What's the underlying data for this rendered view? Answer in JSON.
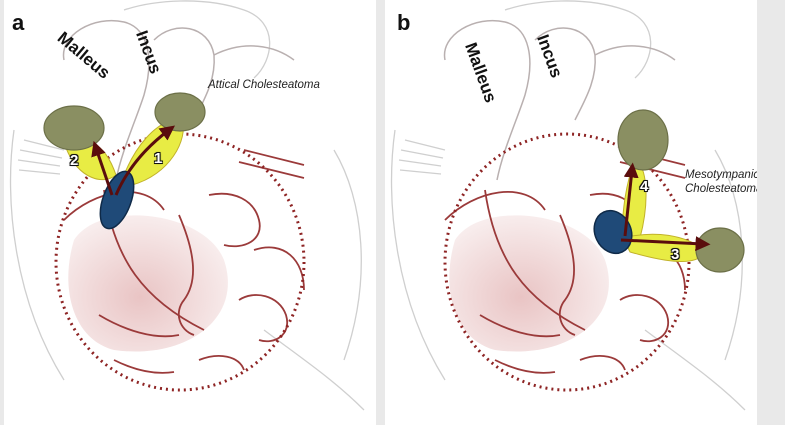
{
  "panels": [
    {
      "letter": "a",
      "labels": {
        "malleus": "Malleus",
        "incus": "Incus"
      },
      "caption": "Attical Cholesteatoma",
      "arrows": [
        "2",
        "1"
      ]
    },
    {
      "letter": "b",
      "labels": {
        "malleus": "Malleus",
        "incus": "Incus"
      },
      "caption_lines": [
        "Mesotympanic",
        "Cholesteatoma"
      ],
      "arrows": [
        "4",
        "3"
      ]
    }
  ],
  "colors": {
    "outline": "#9b3a3a",
    "dotted_border": "#8e2424",
    "mass": "#8a8f62",
    "pathway": "#e8ec44",
    "arrow": "#5a0d0d",
    "eardrum": "#1f4a78"
  }
}
